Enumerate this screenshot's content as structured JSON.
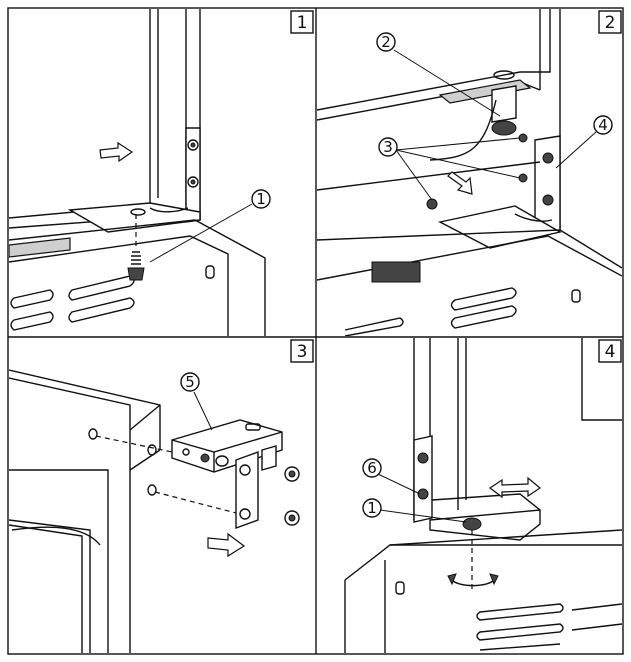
{
  "panels": [
    {
      "number": "1",
      "callouts": [
        "1"
      ]
    },
    {
      "number": "2",
      "callouts": [
        "2",
        "3",
        "4"
      ]
    },
    {
      "number": "3",
      "callouts": [
        "5"
      ]
    },
    {
      "number": "4",
      "callouts": [
        "6",
        "1"
      ]
    }
  ],
  "icons": {
    "move_arrow": "double-arrow-icon",
    "rotate_arrow": "rotate-arrow-icon",
    "screw": "screw-icon"
  }
}
